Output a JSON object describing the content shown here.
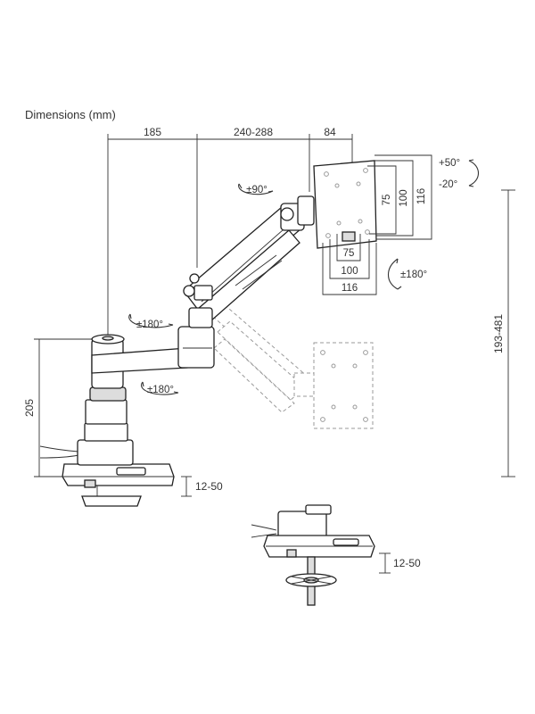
{
  "title": "Dimensions (mm)",
  "top_dimensions": {
    "base_to_joint": "185",
    "arm_reach": "240-288",
    "head_depth": "84"
  },
  "vesa_vertical": [
    "75",
    "100",
    "116"
  ],
  "vesa_horizontal": [
    "75",
    "100",
    "116"
  ],
  "rotations": {
    "head_swivel": "±90°",
    "tilt_up": "+50°",
    "tilt_down": "-20°",
    "screen_rotation": "±180°",
    "arm_swivel": "±180°",
    "base_swivel": "±180°"
  },
  "heights": {
    "pole_height": "205",
    "total_height": "193-481",
    "desk_clamp_thickness": "12-50",
    "grommet_thickness": "12-50"
  },
  "colors": {
    "line": "#222222",
    "ghost": "#9a9a9a",
    "fill_dark": "#dddddd"
  }
}
